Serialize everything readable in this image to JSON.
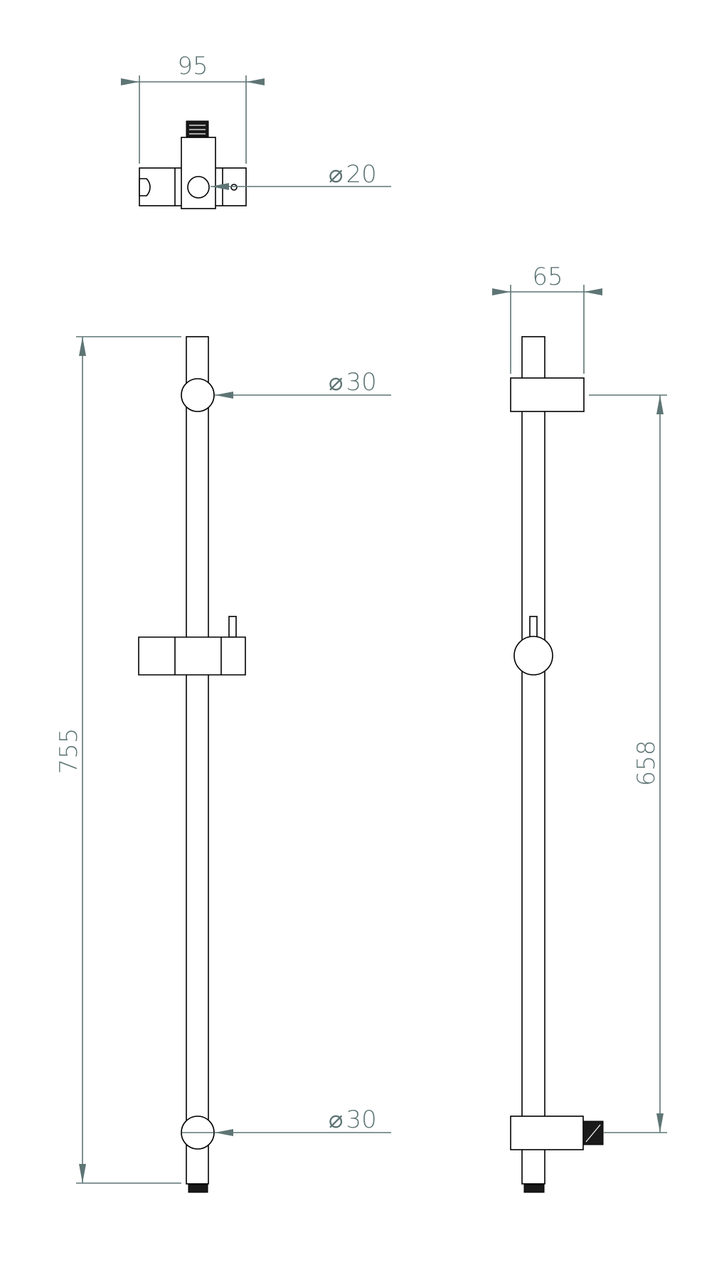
{
  "drawing": {
    "title": "Shower rail technical drawing",
    "line_color": "#5f7575",
    "part_color": "#000000"
  },
  "top_view": {
    "width_dim": "95",
    "hole_dim_symbol": "⌀",
    "hole_dim_value": "20"
  },
  "front_view": {
    "top_knob_symbol": "⌀",
    "top_knob_value": "30",
    "bottom_knob_symbol": "⌀",
    "bottom_knob_value": "30",
    "height_dim": "755"
  },
  "side_view": {
    "depth_dim": "65",
    "centers_dim": "658"
  }
}
